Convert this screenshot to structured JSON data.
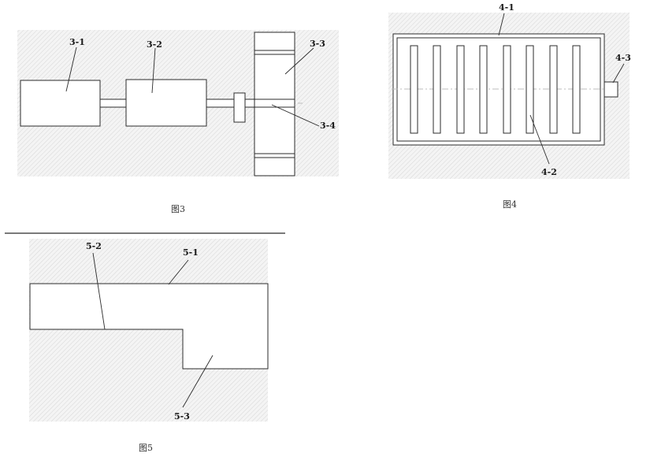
{
  "figure3": {
    "caption": "图3",
    "labels": {
      "l31": "3-1",
      "l32": "3-2",
      "l33": "3-3",
      "l34": "3-4"
    }
  },
  "figure4": {
    "caption": "图4",
    "labels": {
      "l41": "4-1",
      "l42": "4-2",
      "l43": "4-3"
    }
  },
  "figure5": {
    "caption": "图5",
    "labels": {
      "l51": "5-1",
      "l52": "5-2",
      "l53": "5-3"
    }
  },
  "colors": {
    "line": "#2b2b2b",
    "hatch": "#d9d9d9",
    "panel_bg": "#f3f3f3",
    "white": "#ffffff"
  }
}
